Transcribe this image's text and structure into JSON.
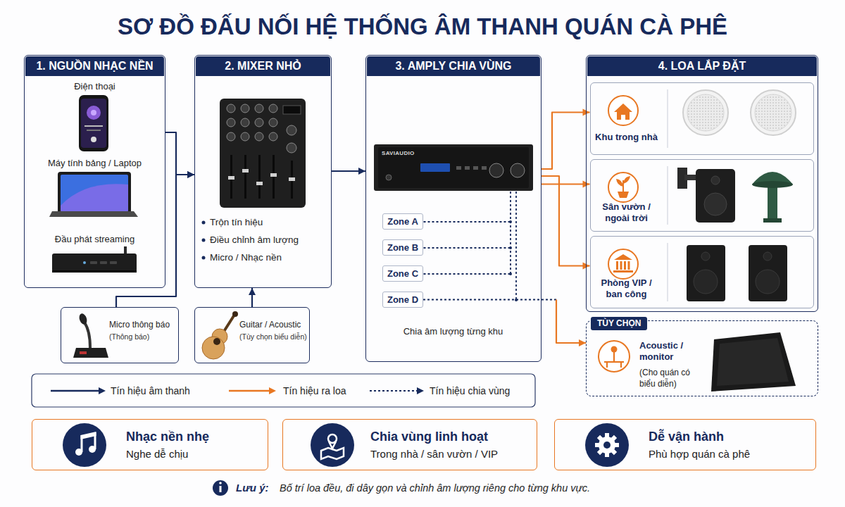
{
  "diagram": {
    "title": "SƠ ĐỒ ĐẤU NỐI HỆ THỐNG ÂM THANH QUÁN CÀ PHÊ",
    "nodes": [
      {
        "text": [
          "1. NGUỒN NHẠC NỀN"
        ]
      },
      {
        "text": [
          "2. MIXER NHỎ",
          "Trộn tín hiệu",
          "Điều chỉnh âm lượng",
          "Micro / Nhạc nền"
        ]
      },
      {
        "text": [
          "Micro thông báo",
          "(Thông báo)"
        ]
      },
      {
        "text": [
          "Guitar / Acoustic",
          "(Tùy chọn biểu diễn)"
        ]
      },
      {
        "text": [
          "3. AMPLY CHIA VÙNG",
          "Chia âm lượng từng khu"
        ]
      },
      {
        "text": [
          "Zone A"
        ],
        "in": 4
      },
      {
        "text": [
          "Zone B"
        ],
        "in": 4
      },
      {
        "text": [
          "Zone C"
        ],
        "in": 4
      },
      {
        "text": [
          "Zone D"
        ],
        "in": 4
      },
      {
        "text": [
          "4. LOA LẮP ĐẶT"
        ]
      },
      {
        "text": [
          "Khu trong nhà"
        ],
        "in": 9
      },
      {
        "text": [
          "Sân vườn / ngoài trời"
        ],
        "in": 9
      },
      {
        "text": [
          "Phòng VIP / ban công"
        ],
        "in": 9
      },
      {
        "text": [
          "TÙY CHỌN",
          "Acoustic / monitor",
          "(Cho quán có biểu diễn)"
        ]
      },
      {
        "text": [
          "Nhạc nền nhẹ",
          "Nghe dễ chịu"
        ]
      },
      {
        "text": [
          "Chia vùng linh hoạt",
          "Trong nhà / sân vườn / VIP"
        ]
      },
      {
        "text": [
          "Dễ vận hành",
          "Phù hợp quán cà phê"
        ]
      }
    ],
    "edges": [
      {
        "from": 0,
        "to": 1,
        "arrow": "to"
      },
      {
        "from": 2,
        "to": 1,
        "arrow": "to"
      },
      {
        "from": 3,
        "to": 1,
        "arrow": "to"
      },
      {
        "from": 1,
        "to": 4,
        "arrow": "to"
      },
      {
        "from": 4,
        "to": 10,
        "arrow": "to"
      },
      {
        "from": 4,
        "to": 11,
        "arrow": "to"
      },
      {
        "from": 4,
        "to": 12,
        "arrow": "to"
      },
      {
        "from": 8,
        "to": 13,
        "arrow": "to"
      }
    ],
    "labels": [
      "Điện thoại",
      "Máy tính bảng / Laptop",
      "Đầu phát streaming",
      "SAVIAUDIO",
      "Lưu ý:",
      "Bố trí loa đều, đi dây gọn và chỉnh âm lượng riêng cho từng khu vực."
    ],
    "legend": [
      {
        "text": "Tín hiệu âm thanh"
      },
      {
        "text": "Tín hiệu ra loa"
      },
      {
        "text": "Tín hiệu chia vùng"
      }
    ]
  }
}
